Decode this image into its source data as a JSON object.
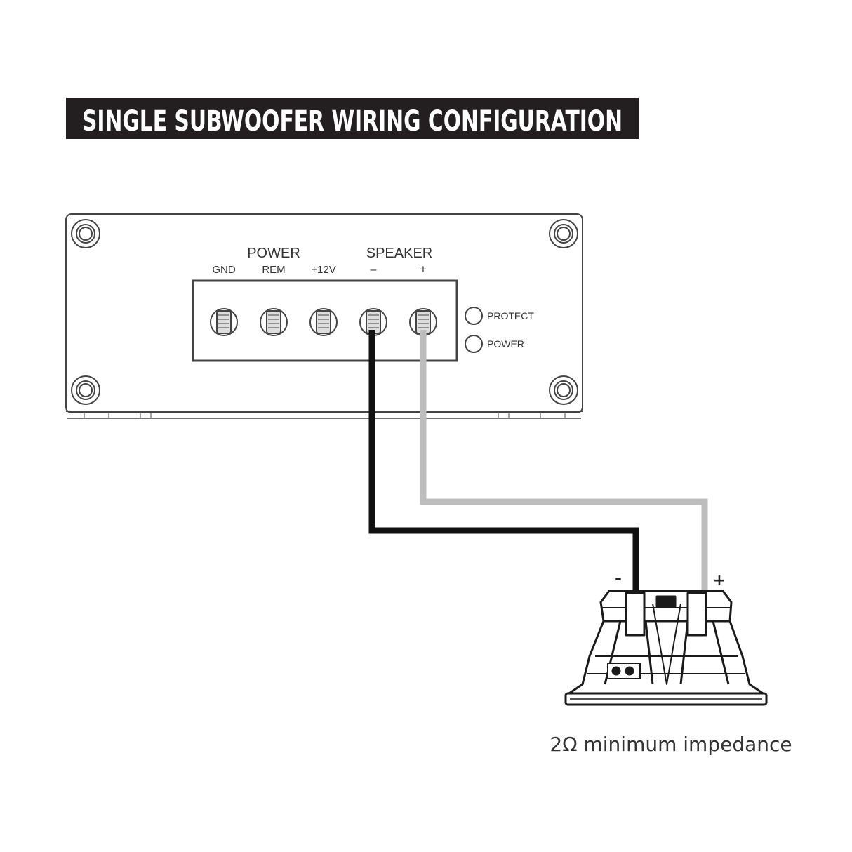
{
  "title": "SINGLE SUBWOOFER WIRING CONFIGURATION",
  "amplifier": {
    "power_group_label": "POWER",
    "speaker_group_label": "SPEAKER",
    "terminals": [
      "GND",
      "REM",
      "+12V",
      "–",
      "+"
    ],
    "indicators": [
      "PROTECT",
      "POWER"
    ]
  },
  "subwoofer": {
    "negative_label": "-",
    "positive_label": "+",
    "impedance_note": "2Ω minimum impedance"
  },
  "colors": {
    "title_background": "#231f20",
    "negative_wire": "#111111",
    "positive_wire": "#bdbdbd",
    "line": "#444444"
  }
}
